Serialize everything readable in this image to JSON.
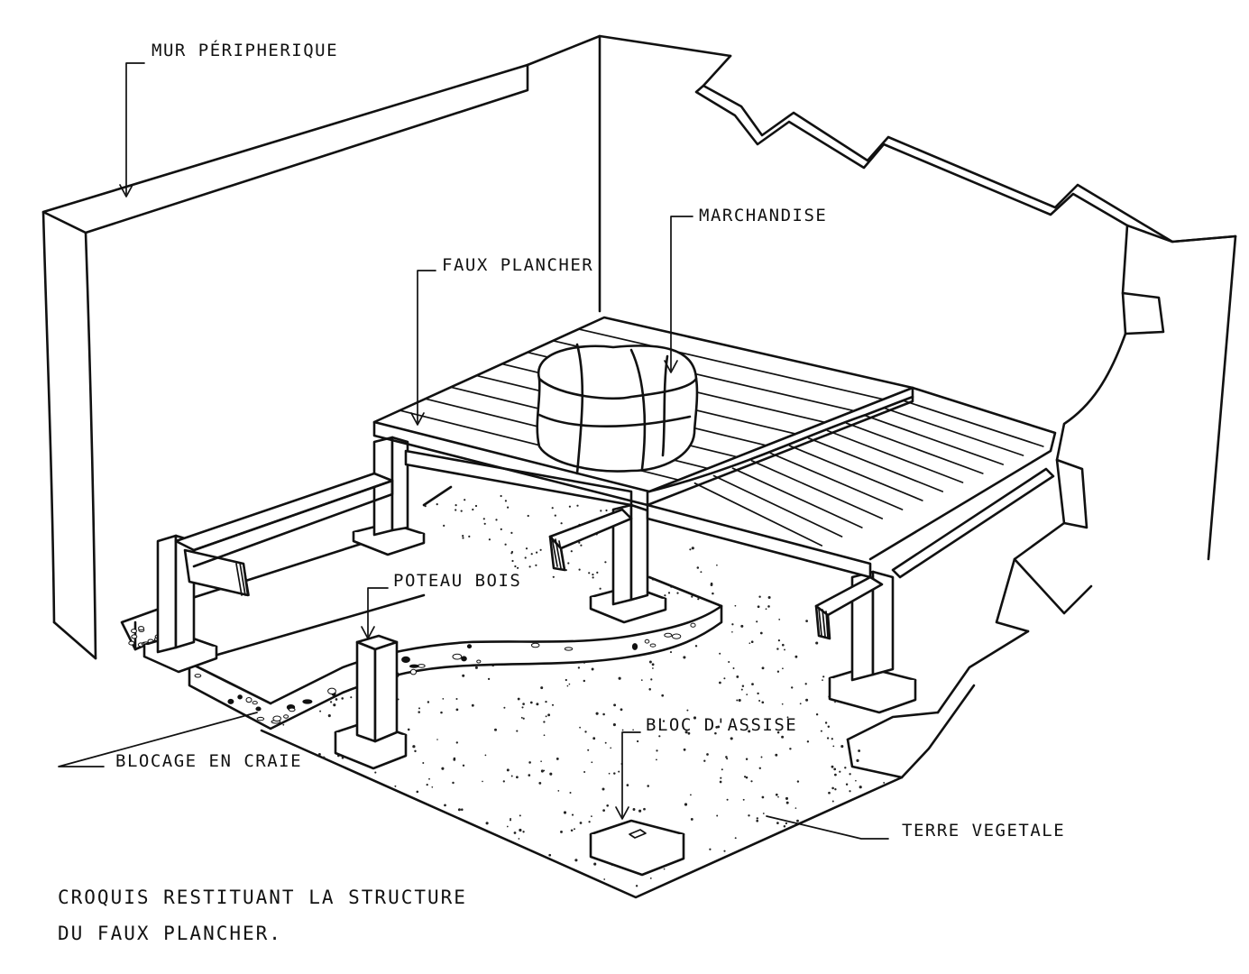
{
  "labels": {
    "mur_peripherique": "MUR PÉRIPHERIQUE",
    "marchandise": "MARCHANDISE",
    "faux_plancher": "FAUX PLANCHER",
    "poteau_bois": "POTEAU BOIS",
    "blocage_en_craie": "BLOCAGE EN CRAIE",
    "bloc_dassise": "BLOC D'ASSISE",
    "terre_vegetale": "TERRE VEGETALE"
  },
  "caption": {
    "line1": "CROQUIS RESTITUANT LA STRUCTURE",
    "line2": "DU FAUX PLANCHER."
  }
}
